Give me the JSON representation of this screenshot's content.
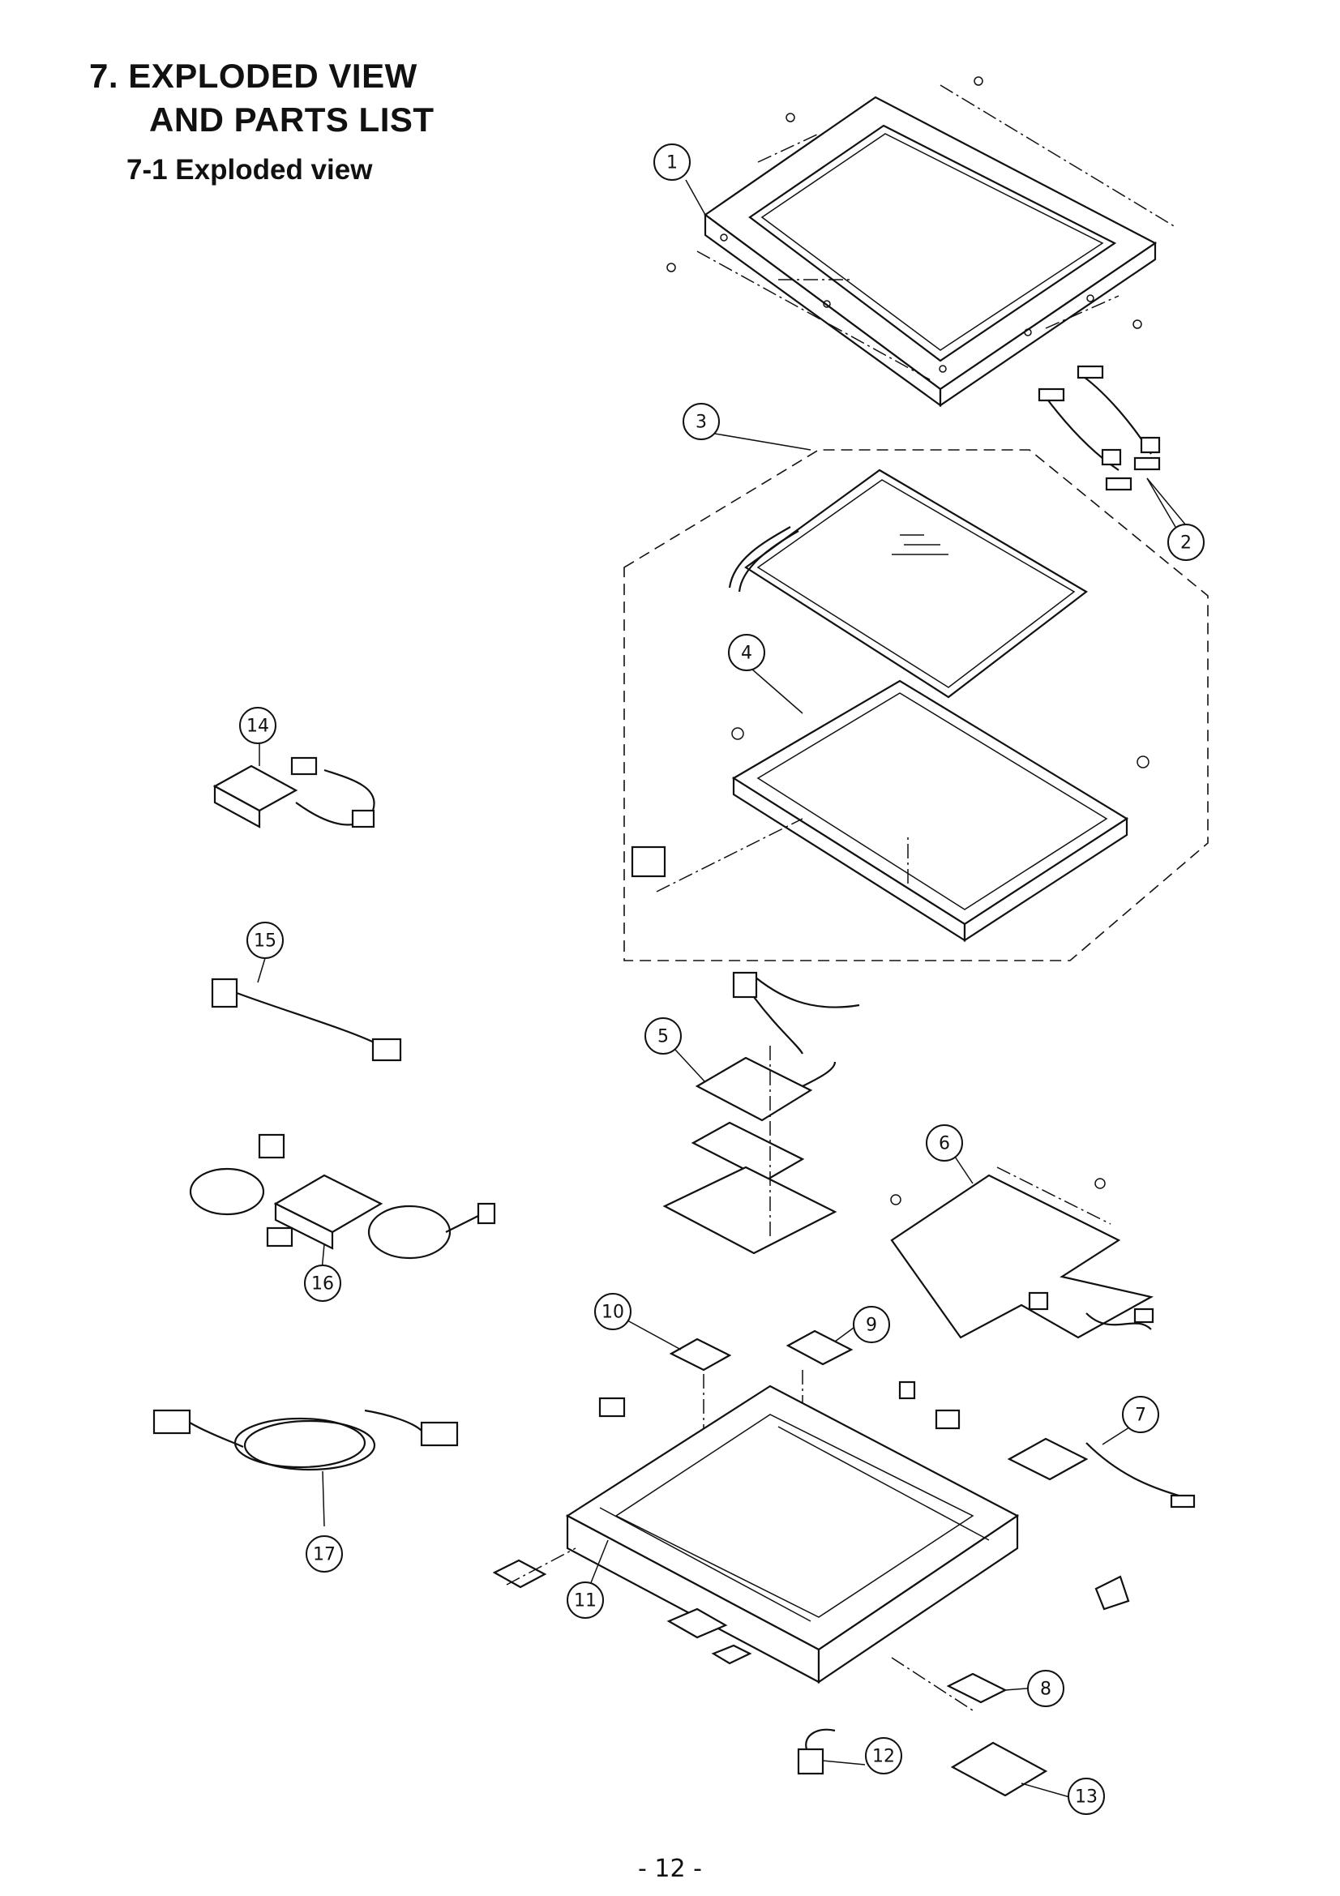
{
  "header": {
    "title_line1": "7. EXPLODED VIEW",
    "title_line2": "AND PARTS LIST",
    "subtitle": "7-1 Exploded view"
  },
  "callouts": [
    "1",
    "2",
    "3",
    "4",
    "5",
    "6",
    "7",
    "8",
    "9",
    "10",
    "11",
    "12",
    "13",
    "14",
    "15",
    "16",
    "17"
  ],
  "footer": {
    "page_number": "- 12 -"
  }
}
